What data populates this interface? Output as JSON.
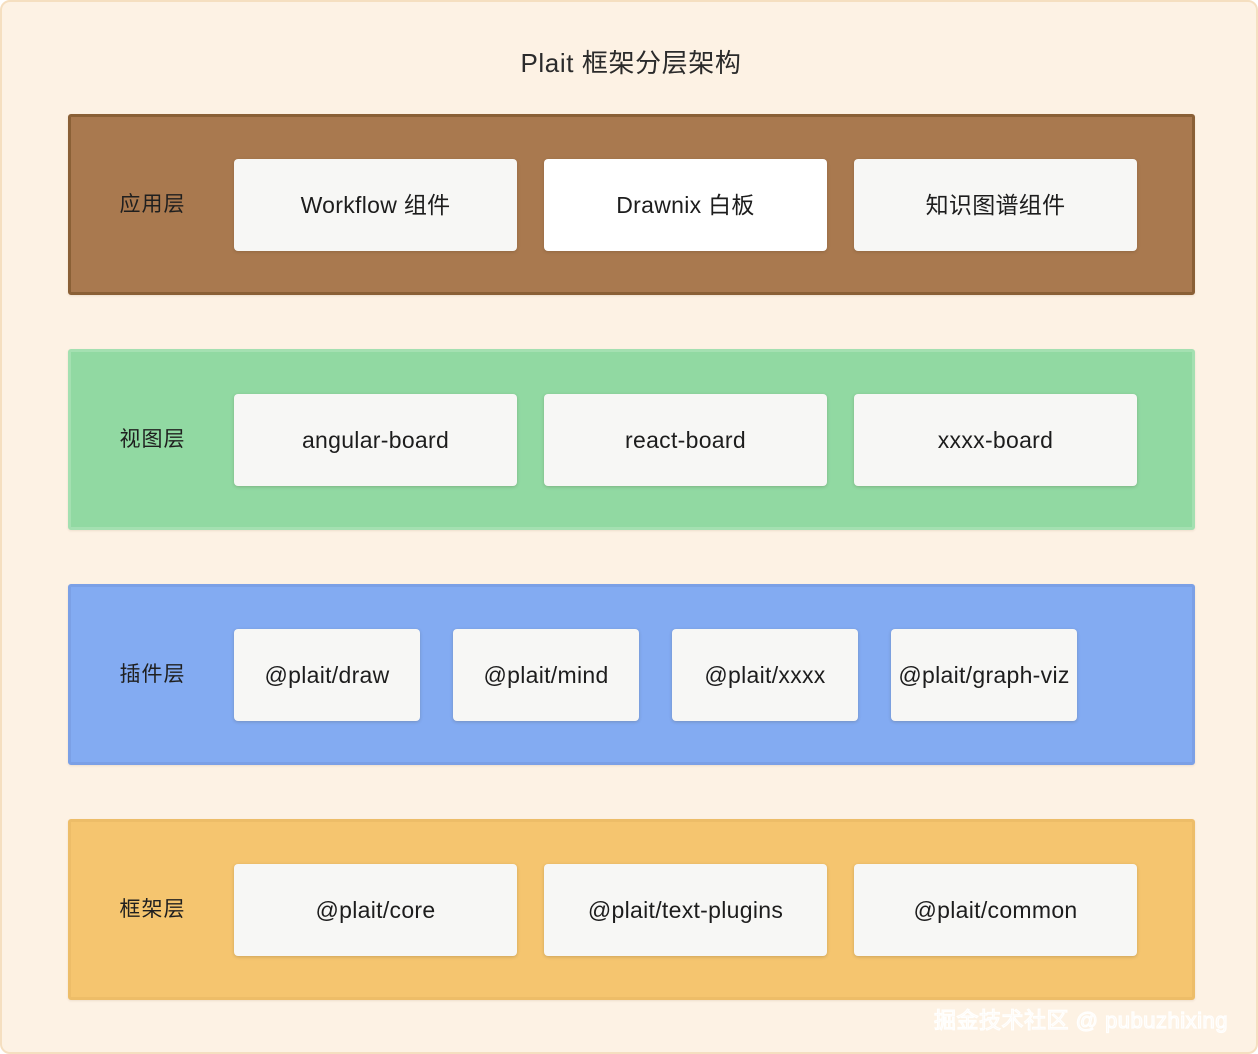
{
  "diagram": {
    "title": "Plait 框架分层架构",
    "background_color": "#fdf2e4",
    "border_color": "#f5dfc0",
    "watermark": "掘金技术社区 @ pubuzhixing"
  },
  "layers": [
    {
      "label": "应用层",
      "fill_color": "#a9794f",
      "border_color": "#8a6036",
      "cards": [
        {
          "label": "Workflow 组件",
          "fill_color": "#f7f7f5"
        },
        {
          "label": "Drawnix 白板",
          "fill_color": "#ffffff"
        },
        {
          "label": "知识图谱组件",
          "fill_color": "#f7f7f5"
        }
      ]
    },
    {
      "label": "视图层",
      "fill_color": "#91d9a2",
      "border_color": "#a4e0b1",
      "cards": [
        {
          "label": "angular-board",
          "fill_color": "#f7f7f5"
        },
        {
          "label": "react-board",
          "fill_color": "#f7f7f5"
        },
        {
          "label": "xxxx-board",
          "fill_color": "#f7f7f5"
        }
      ]
    },
    {
      "label": "插件层",
      "fill_color": "#83abf2",
      "border_color": "#7ba0e6",
      "cards": [
        {
          "label": "@plait/draw",
          "fill_color": "#f7f7f5"
        },
        {
          "label": "@plait/mind",
          "fill_color": "#f7f7f5"
        },
        {
          "label": "@plait/xxxx",
          "fill_color": "#f7f7f5"
        },
        {
          "label": "@plait/graph-viz",
          "fill_color": "#f7f7f5"
        }
      ]
    },
    {
      "label": "框架层",
      "fill_color": "#f5c56f",
      "border_color": "#edbd68",
      "cards": [
        {
          "label": "@plait/core",
          "fill_color": "#f7f7f5"
        },
        {
          "label": "@plait/text-plugins",
          "fill_color": "#f7f7f5"
        },
        {
          "label": "@plait/common",
          "fill_color": "#f7f7f5"
        }
      ]
    }
  ]
}
